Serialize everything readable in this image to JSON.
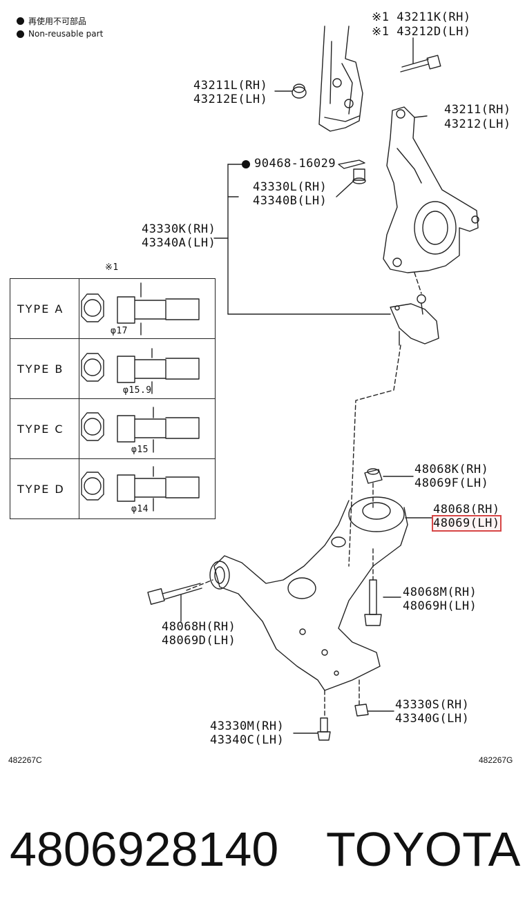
{
  "legend": {
    "non_reusable_cn": "再使用不可部品",
    "non_reusable_en": "Non-reusable part"
  },
  "callouts": {
    "bolt_43211k": "※1 43211K(RH)",
    "bolt_43212d": "※1 43212D(LH)",
    "nut_43211l": "43211L(RH)",
    "nut_43212e": "43212E(LH)",
    "knuckle_rh": "43211(RH)",
    "knuckle_lh": "43212(LH)",
    "pin_90468": "90468-16029",
    "nut_43330l": "43330L(RH)",
    "nut_43340b": "43340B(LH)",
    "joint_43330k": "43330K(RH)",
    "joint_43340a": "43340A(LH)",
    "nut_48068k": "48068K(RH)",
    "nut_48069f": "48069F(LH)",
    "arm_rh": "48068(RH)",
    "arm_lh": "48069(LH)",
    "bolt_48068m": "48068M(RH)",
    "bolt_48069h": "48069H(LH)",
    "bolt_48068h": "48068H(RH)",
    "bolt_48069d": "48069D(LH)",
    "nut_43330s": "43330S(RH)",
    "nut_43340g": "43340G(LH)",
    "bolt_43330m": "43330M(RH)",
    "bolt_43340c": "43340C(LH)"
  },
  "types_table": {
    "note": "※1",
    "rows": [
      {
        "name": "TYPE  A",
        "diameter": "φ17"
      },
      {
        "name": "TYPE  B",
        "diameter": "φ15.9"
      },
      {
        "name": "TYPE  C",
        "diameter": "φ15"
      },
      {
        "name": "TYPE  D",
        "diameter": "φ14"
      }
    ]
  },
  "refs": {
    "left": "482267C",
    "right": "482267G"
  },
  "footer": {
    "part_number": "4806928140",
    "brand": "TOYOTA"
  },
  "highlight_color": "#d64545"
}
